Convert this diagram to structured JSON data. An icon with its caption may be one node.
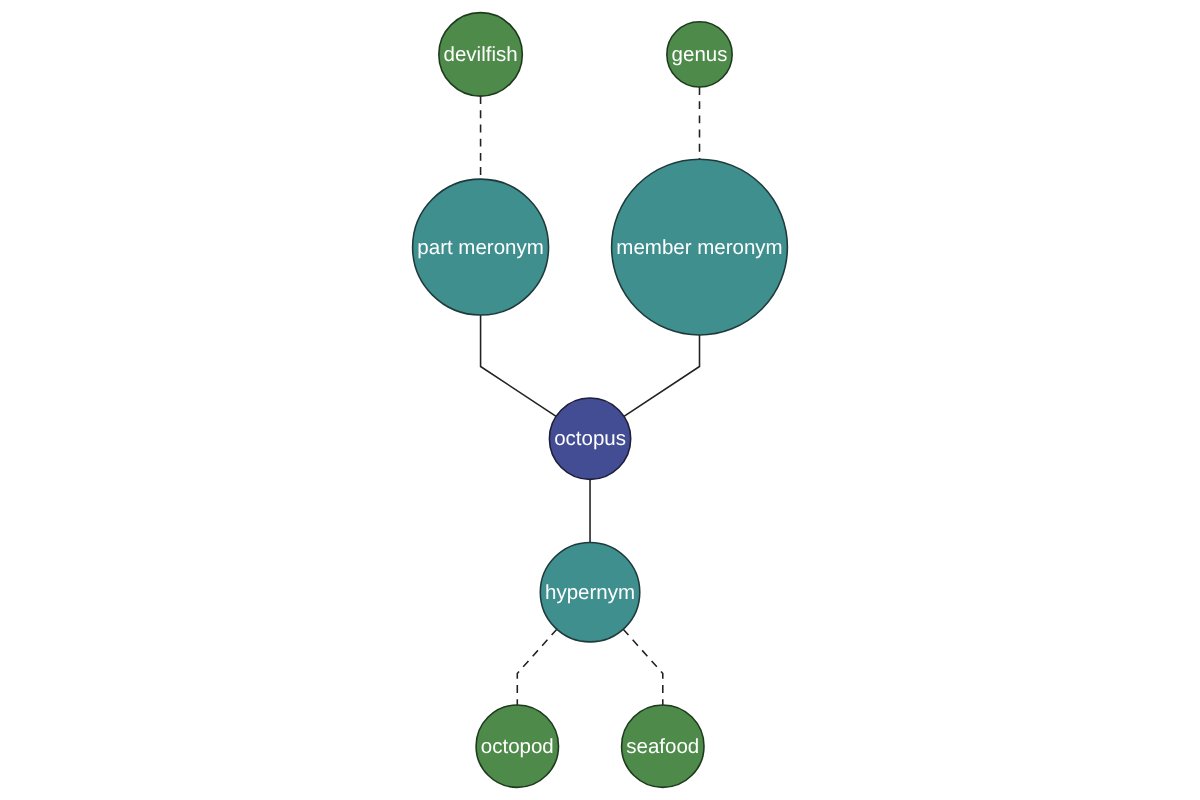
{
  "diagram": {
    "nodes": [
      {
        "text": [
          "devilfish"
        ]
      },
      {
        "text": [
          "genus"
        ]
      },
      {
        "text": [
          "part meronym"
        ]
      },
      {
        "text": [
          "member meronym"
        ]
      },
      {
        "text": [
          "octopus"
        ]
      },
      {
        "text": [
          "hypernym"
        ]
      },
      {
        "text": [
          "octopod"
        ]
      },
      {
        "text": [
          "seafood"
        ]
      }
    ],
    "edges": [
      {
        "from": 0,
        "to": 2,
        "arrow": "none",
        "style": "dashed"
      },
      {
        "from": 1,
        "to": 3,
        "arrow": "none",
        "style": "dashed"
      },
      {
        "from": 2,
        "to": 4,
        "arrow": "none"
      },
      {
        "from": 3,
        "to": 4,
        "arrow": "none"
      },
      {
        "from": 4,
        "to": 5,
        "arrow": "none"
      },
      {
        "from": 5,
        "to": 6,
        "arrow": "none",
        "style": "dashed"
      },
      {
        "from": 5,
        "to": 7,
        "arrow": "none",
        "style": "dashed"
      }
    ]
  }
}
